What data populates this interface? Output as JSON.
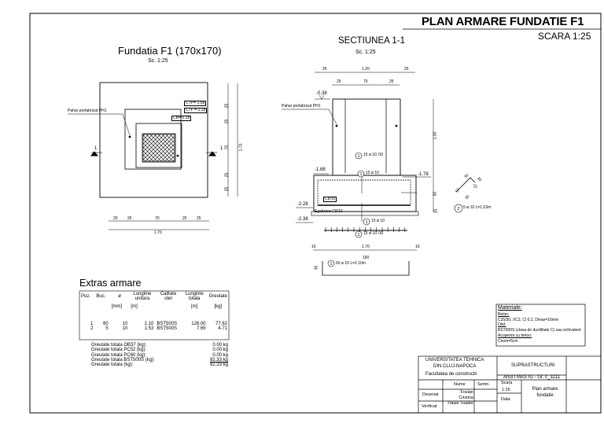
{
  "header": {
    "title": "PLAN ARMARE  FUNDATIE F1",
    "scale": "SCARA 1:25"
  },
  "plan_view": {
    "title": "Fundatia F1 (170x170)",
    "scale": "Sc. 1:25",
    "pahar_label": "Pahar prefabricat PH1",
    "cota_top": "CTP=-1.68",
    "cota_f": "CTF =-2.28",
    "cota_b": "CB=-0.28",
    "section_mark_left": "1",
    "section_mark_right": "1",
    "dims_bottom": [
      "25",
      "25",
      "70",
      "25",
      "25"
    ],
    "dim_total_bottom": "1.70",
    "dims_right": [
      "25",
      "25",
      "70",
      "25",
      "25"
    ],
    "dim_total_right": "1.70"
  },
  "section_view": {
    "title": "SECTIUNEA 1-1",
    "scale": "Sc. 1:25",
    "pahar_label": "Pahar prefabricat PH1",
    "dims_top_outer": [
      "25",
      "1.20",
      "25"
    ],
    "dims_top_inner": [
      "25",
      "70",
      "25"
    ],
    "level_top": "-0.38",
    "level_pahar": "-1.68",
    "level_right": "-1.78",
    "level_bottom": "-2.28",
    "level_base": "-2.38",
    "mark_1_label": "15 ø 10 /10",
    "mark_1b_label": "15 ø 10",
    "mark_2_label": "5 ø 10 L=1.53m",
    "mark_bottom_1": "15 ø 10",
    "mark_bottom_2": "15 ø 10 /10",
    "beton_label": "C8/10",
    "egalizare_label": "Egalizare C8/10",
    "dim_height_right": "1.30",
    "dim_50": "50",
    "dim_10": "10",
    "dims_bottom_bar": [
      "10",
      "1.70",
      "10"
    ],
    "bar_length_label": "160",
    "bar_height_label": "30",
    "bar_1_label": "60 ø 10 L=2.10m",
    "bar_2_dims": [
      "30",
      "30",
      "37",
      "57",
      "30"
    ]
  },
  "extras": {
    "title": "Extras armare",
    "headers": [
      "Poz.",
      "Buc.",
      "ø",
      "Lungime unitara",
      "Calitate otel",
      "Lungime totala",
      "Greutate"
    ],
    "units": [
      "",
      "",
      "[mm]",
      "[m]",
      "",
      "[m]",
      "[kg]"
    ],
    "rows": [
      [
        "1",
        "60",
        "10",
        "2.10",
        "BST500S",
        "126.00",
        "77.62"
      ],
      [
        "2",
        "5",
        "10",
        "1.53",
        "BST500S",
        "7.65",
        "4.71"
      ]
    ],
    "totals": [
      {
        "label": "Greutate totala OB37 (kg):",
        "value": "0.00 kg"
      },
      {
        "label": "Greutate totala PC52 (kg):",
        "value": "0.00 kg"
      },
      {
        "label": "Greutate totala PC60 (kg):",
        "value": "0.00 kg"
      },
      {
        "label": "Greutate totala BST500S (kg):",
        "value": "82.33 kg"
      },
      {
        "label": "Greutate totala (kg):",
        "value": "82.33 kg"
      }
    ]
  },
  "materials": {
    "title": "Materiale:",
    "lines": [
      "Beton:",
      "C25/30, XC2, Cl 0.2, Dmax=16mm",
      "Otel:",
      "BST500S (clasa de ductilitate C) sau echivalent",
      "Acoperire cu beton:",
      "Cnom=5cm"
    ]
  },
  "title_block": {
    "university": "UNIVERSITATEA TEHNICA",
    "city": "DIN CLUJ-NAPOCA",
    "faculty": "Facultatea de constructii",
    "project": "SUPRASTRUCTURI",
    "year_group": "Anul I MAS IG - Gr. c_3211",
    "col_name": "Nume",
    "col_sign": "Semn.",
    "scale_label": "Scara",
    "scale_value": "1:25",
    "date_label": "Data",
    "drawing_name": "Plan armare fundatie",
    "drawn_label": "Desenat",
    "drawn_by": "Fosian Cristina",
    "checked_label": "Verificat",
    "checked_by": "Traian Toader"
  }
}
